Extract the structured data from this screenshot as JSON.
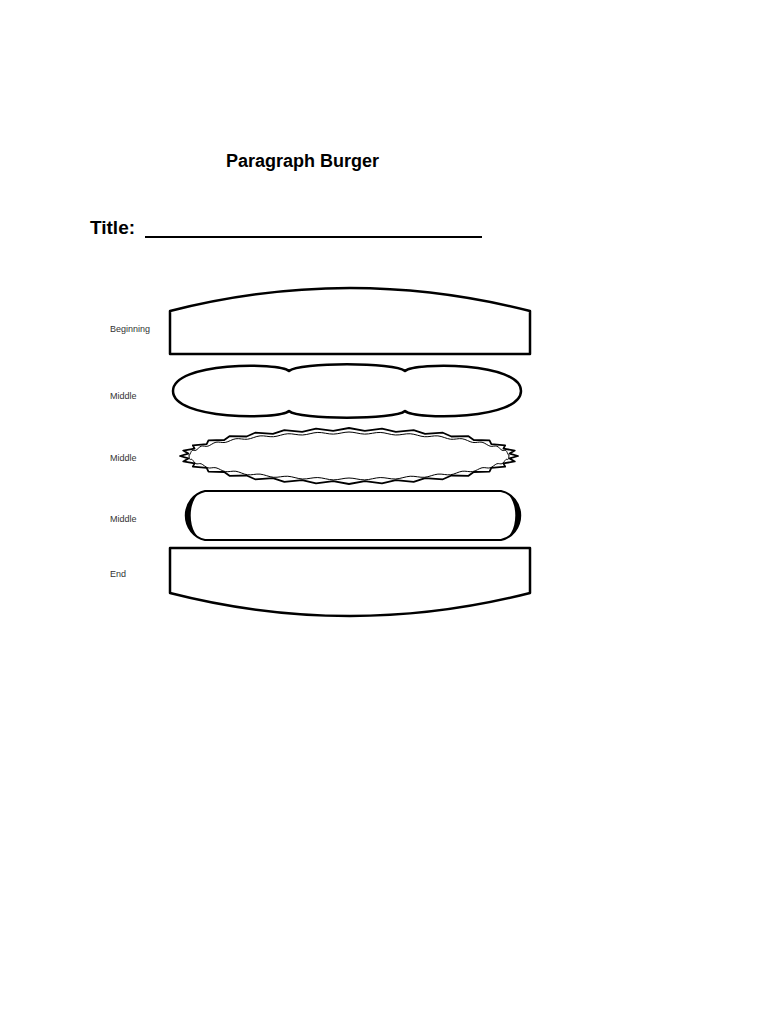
{
  "diagram": {
    "title": "Paragraph Burger",
    "nodes": [
      {
        "text": [
          "Beginning"
        ]
      },
      {
        "text": [
          "Middle"
        ]
      },
      {
        "text": [
          "Middle"
        ]
      },
      {
        "text": [
          "Middle"
        ]
      },
      {
        "text": [
          "End"
        ]
      }
    ],
    "labels": [
      "Title:"
    ]
  }
}
